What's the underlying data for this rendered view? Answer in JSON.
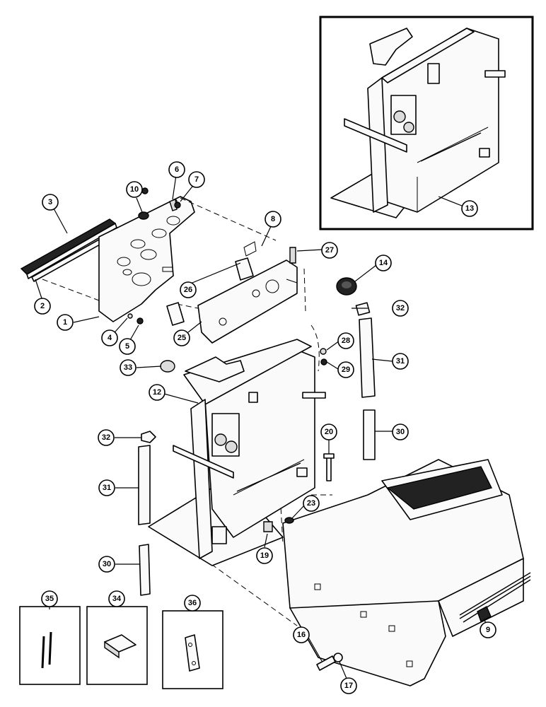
{
  "callouts": {
    "c1": "1",
    "c2": "2",
    "c3": "3",
    "c4": "4",
    "c5": "5",
    "c6": "6",
    "c7": "7",
    "c8": "8",
    "c9": "9",
    "c10": "10",
    "c12": "12",
    "c13": "13",
    "c14": "14",
    "c16": "16",
    "c17": "17",
    "c19": "19",
    "c20": "20",
    "c23": "23",
    "c25": "25",
    "c26": "26",
    "c27": "27",
    "c28": "28",
    "c29": "29",
    "c30a": "30",
    "c30b": "30",
    "c31a": "31",
    "c31b": "31",
    "c32a": "32",
    "c32b": "32",
    "c33": "33",
    "c34": "34",
    "c35": "35",
    "c36": "36"
  }
}
